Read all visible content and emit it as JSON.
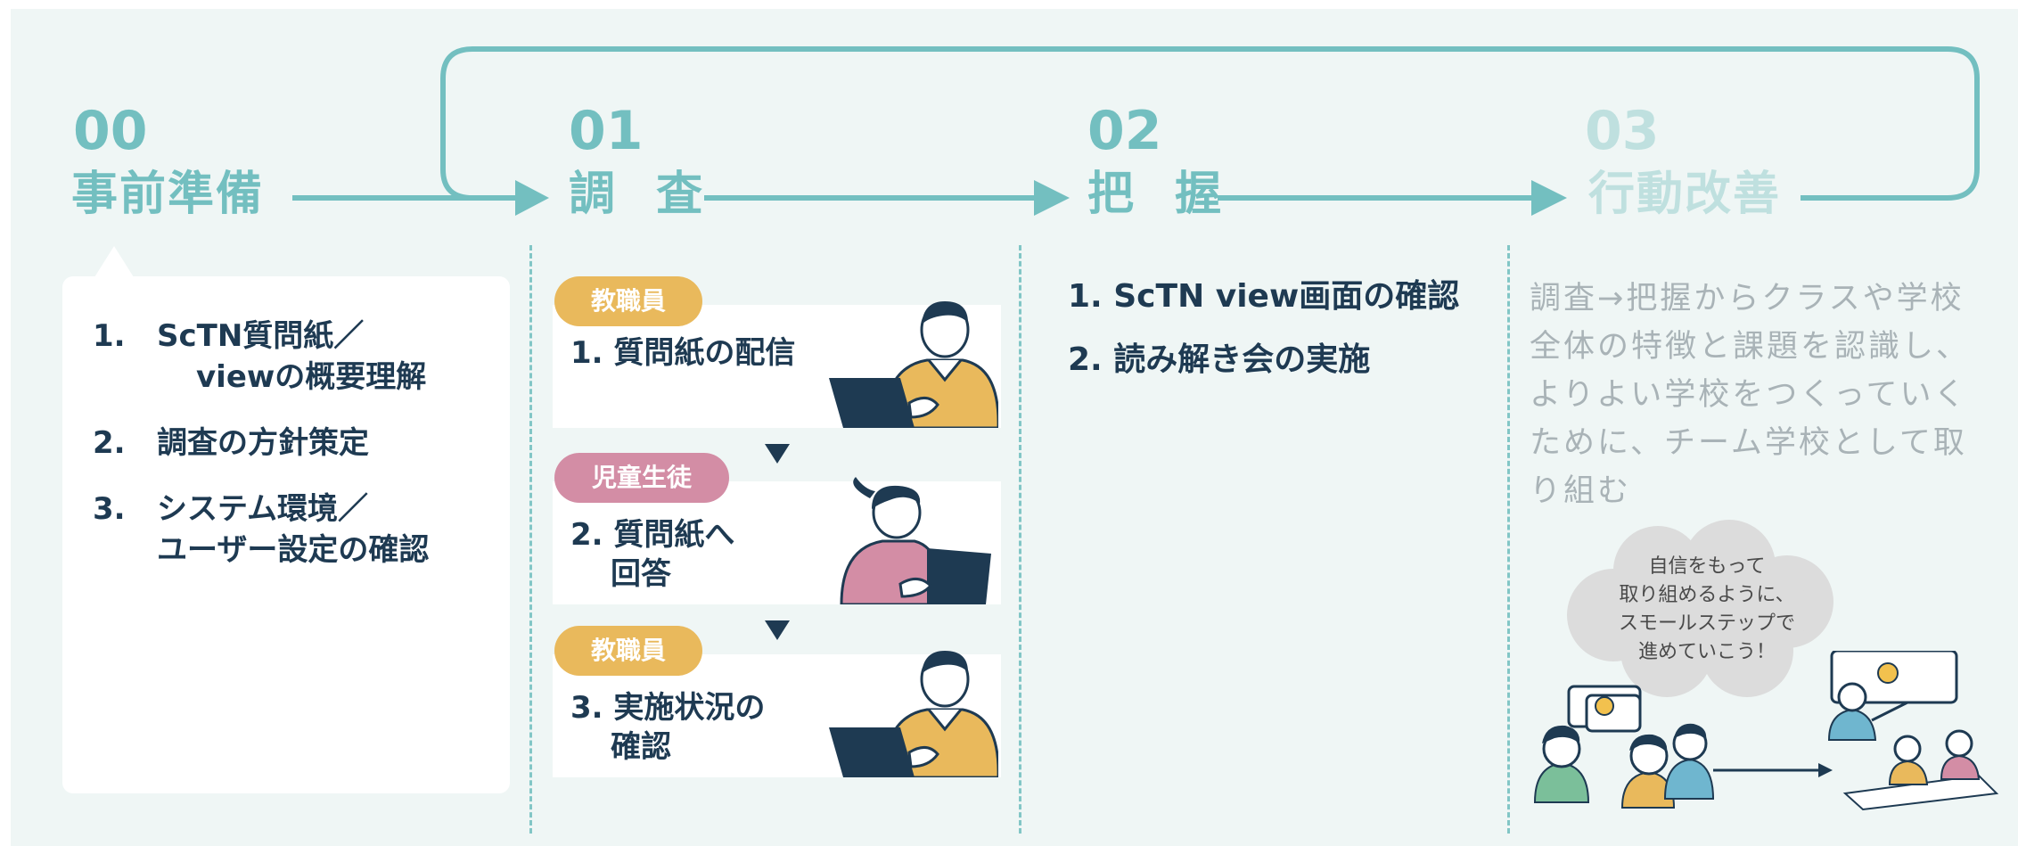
{
  "steps": [
    {
      "num": "00",
      "title": "事前準備"
    },
    {
      "num": "01",
      "title": "調 査"
    },
    {
      "num": "02",
      "title": "把 握"
    },
    {
      "num": "03",
      "title": "行動改善"
    }
  ],
  "prep": {
    "items": [
      {
        "n": "1.",
        "line1": "ScTN質問紙／",
        "line2": "viewの概要理解"
      },
      {
        "n": "2.",
        "line1": "調査の方針策定",
        "line2": ""
      },
      {
        "n": "3.",
        "line1": "システム環境／",
        "line2": "ユーザー設定の確認"
      }
    ]
  },
  "survey": {
    "cards": [
      {
        "role": "教職員",
        "line1": "1. 質問紙の配信",
        "line2": "",
        "icon": "man-laptop-icon"
      },
      {
        "role": "児童生徒",
        "line1": "2. 質問紙へ",
        "line2": "回答",
        "icon": "girl-laptop-icon"
      },
      {
        "role": "教職員",
        "line1": "3. 実施状況の",
        "line2": "確認",
        "icon": "man-laptop-icon"
      }
    ]
  },
  "grasp": {
    "items": [
      "1. ScTN view画面の確認",
      "2. 読み解き会の実施"
    ]
  },
  "improve": {
    "description": "調査→把握からクラスや学校全体の特徴と課題を認識し、よりよい学校をつくっていくために、チーム学校として取り組む",
    "bubble": [
      "自信をもって",
      "取り組めるように、",
      "スモールステップで",
      "進めていこう！"
    ]
  },
  "colors": {
    "accent": "#73bfc0",
    "accent_faded": "#bfe0df",
    "navy": "#1e3a52",
    "staff": "#e9b95c",
    "student": "#d38da5",
    "background": "#eff6f5"
  }
}
